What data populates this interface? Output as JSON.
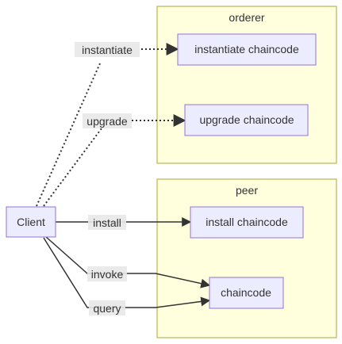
{
  "clusters": {
    "orderer": {
      "title": "orderer"
    },
    "peer": {
      "title": "peer"
    }
  },
  "nodes": {
    "client": "Client",
    "instantiate_chaincode": "instantiate chaincode",
    "upgrade_chaincode": "upgrade chaincode",
    "install_chaincode": "install chaincode",
    "chaincode": "chaincode"
  },
  "edges": {
    "instantiate": "instantiate",
    "upgrade": "upgrade",
    "install": "install",
    "invoke": "invoke",
    "query": "query"
  },
  "colors": {
    "cluster_fill": "#ffffde",
    "cluster_border": "#aaaa33",
    "node_fill": "#ececff",
    "node_border": "#9370db",
    "edge": "#333333",
    "label_bg": "#e8e8e8"
  }
}
